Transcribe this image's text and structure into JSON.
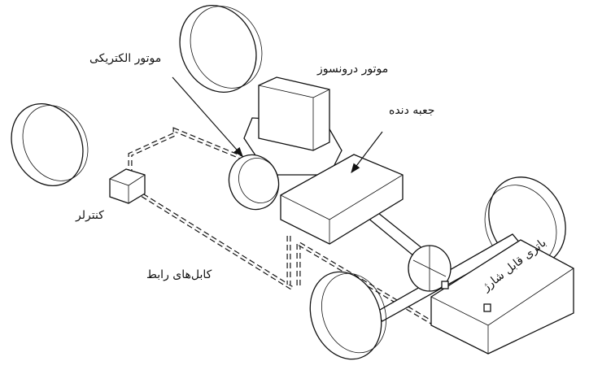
{
  "labels": {
    "electric_motor": "موتور الکتریکی",
    "combustion_engine": "موتور درونسوز",
    "gearbox": "جعبه دنده",
    "controller": "کنترلر",
    "cables": "کابل‌های رابط",
    "battery": "باتری قابل شارژ"
  }
}
